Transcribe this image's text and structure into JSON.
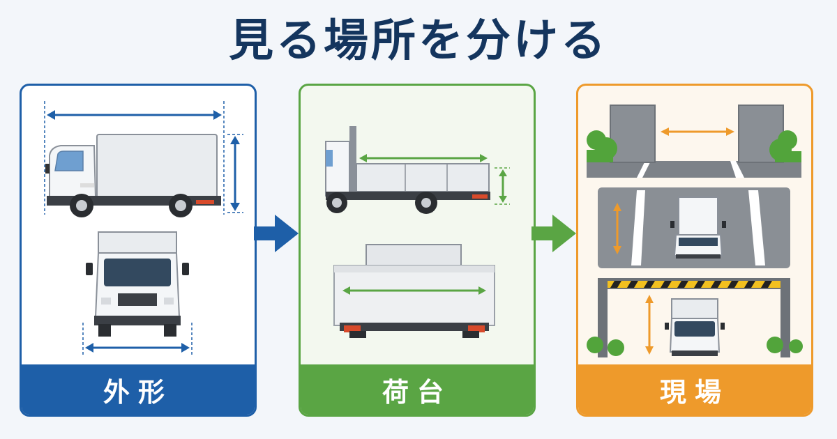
{
  "title": "見る場所を分ける",
  "panels": [
    {
      "label": "外形"
    },
    {
      "label": "荷台"
    },
    {
      "label": "現場"
    }
  ],
  "colors": {
    "navy": "#14355e",
    "blue": "#1e5fa8",
    "green": "#5aa544",
    "orange": "#ee9a2b"
  }
}
